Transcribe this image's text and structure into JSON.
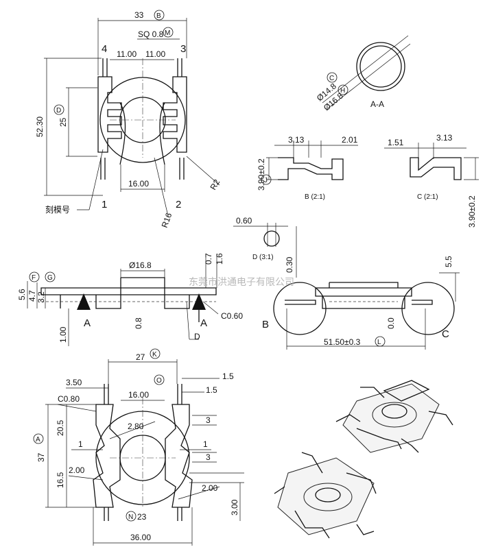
{
  "top_view": {
    "width_dim": "33",
    "width_ref": "B",
    "pin_sq": "SQ 0.8",
    "pin_sq_ref": "M",
    "half_left": "11.00",
    "half_right": "11.00",
    "height_dim": "52.30",
    "pitch_dim": "25",
    "pitch_ref": "D",
    "inner_dim": "16.00",
    "radius_big": "R16",
    "radius_small": "R2",
    "pin_1": "1",
    "pin_2": "2",
    "pin_3": "3",
    "pin_4": "4",
    "mark_label": "刻模号"
  },
  "section_aa": {
    "label": "A-A",
    "inner_dia": "Ø14.8",
    "inner_ref": "C",
    "outer_dia": "Ø16.8",
    "outer_ref": "H"
  },
  "detail_b": {
    "dim_a": "3.13",
    "dim_b": "2.01",
    "height": "3.90±0.2",
    "height_ref": "J",
    "label": "B (2:1)"
  },
  "detail_c": {
    "dim_a": "1.51",
    "dim_b": "3.13",
    "height": "3.90±0.2",
    "label": "C (2:1)"
  },
  "detail_d": {
    "dim_a": "0.60",
    "dim_b": "0.30",
    "label": "D (3:1)"
  },
  "side_view": {
    "dia": "Ø16.8",
    "h_total": "5.6",
    "h_a": "4.7",
    "h_b": "3.2",
    "ref_f": "F",
    "ref_g": "G",
    "d_07": "0.7",
    "d_16": "1.6",
    "pin_len": "1.00",
    "gap": "0.8",
    "chamfer": "C0.60",
    "mark_a_left": "A",
    "mark_a_right": "A",
    "mark_d": "D"
  },
  "right_view": {
    "height": "5.5",
    "span": "51.50±0.3",
    "span_ref": "L",
    "zero": "0.0",
    "mark_b": "B",
    "mark_c": "C"
  },
  "bottom_view": {
    "top_width": "27",
    "top_ref": "K",
    "pin_off": "3.50",
    "chamfer": "C0.80",
    "inner": "16.00",
    "ref_o": "O",
    "edge_a": "1.5",
    "edge_b": "1.5",
    "rib_w": "2.80",
    "height_total": "37",
    "height_ref": "A",
    "h_upper": "20.5",
    "h_lower": "16.5",
    "one_left": "1",
    "one_right": "1",
    "three_a": "3",
    "three_b": "3",
    "two_left": "2.00",
    "two_right": "2.00",
    "three_bottom": "3.00",
    "n_ref": "N",
    "n_val": "23",
    "bottom_width": "36.00"
  },
  "watermark": "东莞市洪通电子有限公司"
}
